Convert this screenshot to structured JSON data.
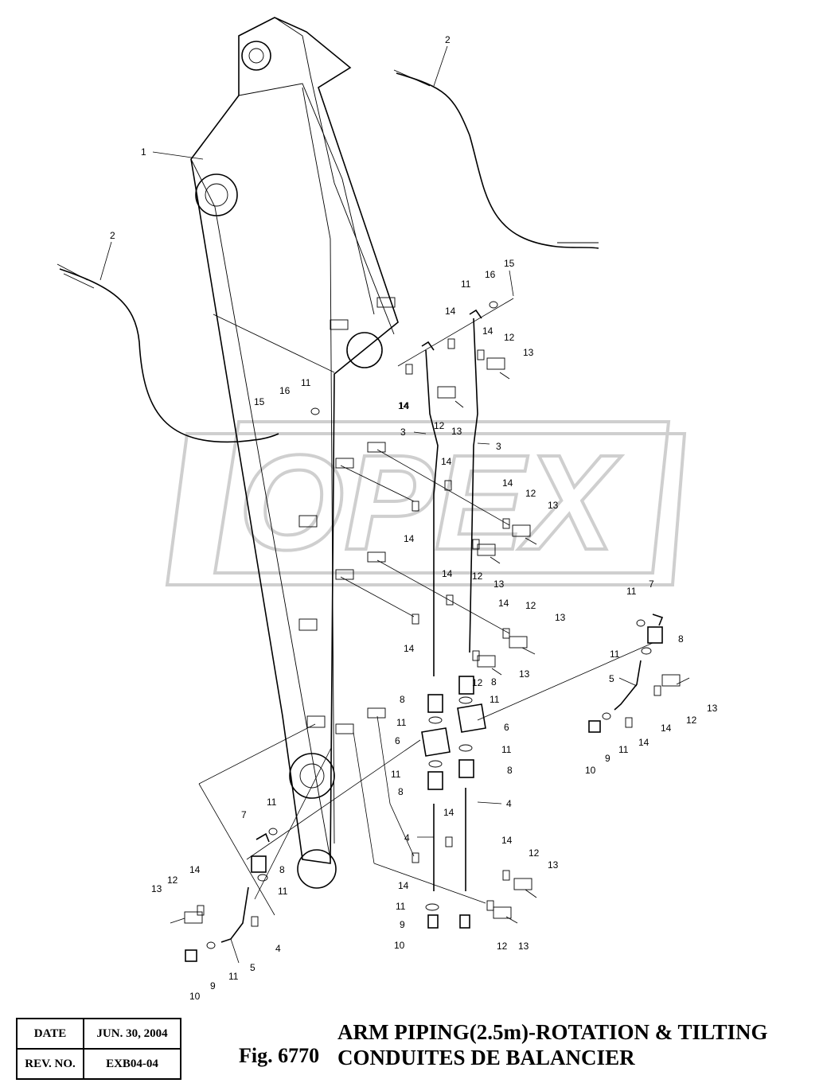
{
  "title_block": {
    "date_label": "DATE",
    "date_value": "JUN. 30, 2004",
    "rev_label": "REV. NO.",
    "rev_value": "EXB04-04"
  },
  "figure": {
    "number": "Fig. 6770",
    "title_en": "ARM PIPING(2.5m)-ROTATION & TILTING",
    "title_fr": "CONDUITES DE BALANCIER"
  },
  "watermark": {
    "text": "OPEX"
  },
  "callouts": {
    "c1": "1",
    "c2a": "2",
    "c2b": "2",
    "c3a": "3",
    "c3b": "3",
    "c4a": "4",
    "c4b": "4",
    "c4c": "4",
    "c5a": "5",
    "c5b": "5",
    "c6a": "6",
    "c6b": "6",
    "c7a": "7",
    "c7b": "7",
    "c8a": "8",
    "c8b": "8",
    "c8c": "8",
    "c8d": "8",
    "c8e": "8",
    "c9a": "9",
    "c9b": "9",
    "c9c": "9",
    "c10a": "10",
    "c10b": "10",
    "c10c": "10",
    "c11a": "11",
    "c11b": "11",
    "c11c": "11",
    "c11d": "11",
    "c11e": "11",
    "c11f": "11",
    "c11g": "11",
    "c11h": "11",
    "c11i": "11",
    "c11j": "11",
    "c11k": "11",
    "c11l": "11",
    "c11m": "11",
    "c12a": "12",
    "c12b": "12",
    "c12c": "12",
    "c12d": "12",
    "c12e": "12",
    "c12f": "12",
    "c12g": "12",
    "c12h": "12",
    "c12i": "12",
    "c13a": "13",
    "c13b": "13",
    "c13c": "13",
    "c13d": "13",
    "c13e": "13",
    "c13f": "13",
    "c13g": "13",
    "c13h": "13",
    "c13i": "13",
    "c13j": "13",
    "c14a": "14",
    "c14b": "14",
    "c14c": "14",
    "c14d": "14",
    "c14e": "14",
    "c14f": "14",
    "c14g": "14",
    "c14h": "14",
    "c14i": "14",
    "c14j": "14",
    "c14k": "14",
    "c14l": "14",
    "c14m": "14",
    "c14n": "14",
    "c14o": "14",
    "c14p": "14",
    "c15a": "15",
    "c15b": "15",
    "c16a": "16",
    "c16b": "16"
  }
}
